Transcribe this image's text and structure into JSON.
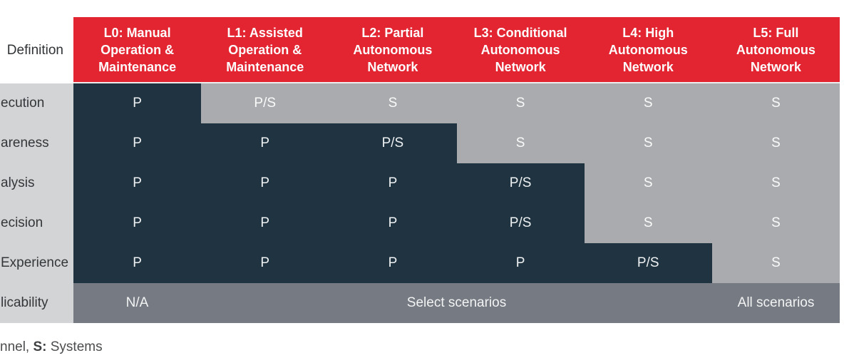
{
  "colors": {
    "header_red": "#e32431",
    "dark_cell": "#203341",
    "light_cell": "#a9abae",
    "applicability_gray": "#767a83",
    "label_column_gray": "#d3d4d5",
    "background": "#ffffff"
  },
  "header": {
    "definition_label": "Definition",
    "columns": [
      "L0: Manual Operation & Maintenance",
      "L1: Assisted Operation & Maintenance",
      "L2: Partial Autonomous Network",
      "L3: Conditional Autonomous Network",
      "L4: High Autonomous Network",
      "L5: Full Autonomous Network"
    ]
  },
  "rows": [
    {
      "label": "ecution",
      "cells": [
        "P",
        "P/S",
        "S",
        "S",
        "S",
        "S"
      ],
      "dark_columns": 1
    },
    {
      "label": "areness",
      "cells": [
        "P",
        "P",
        "P/S",
        "S",
        "S",
        "S"
      ],
      "dark_columns": 3
    },
    {
      "label": "alysis",
      "cells": [
        "P",
        "P",
        "P",
        "P/S",
        "S",
        "S"
      ],
      "dark_columns": 4
    },
    {
      "label": "ecision",
      "cells": [
        "P",
        "P",
        "P",
        "P/S",
        "S",
        "S"
      ],
      "dark_columns": 4
    },
    {
      "label": "Experience",
      "cells": [
        "P",
        "P",
        "P",
        "P",
        "P/S",
        "S"
      ],
      "dark_columns": 5
    }
  ],
  "applicability": {
    "label": "licability",
    "cells": [
      "N/A",
      "Select scenarios",
      "All scenarios"
    ]
  },
  "footnote": {
    "prefix": "nnel, ",
    "bold": "S:",
    "suffix": " Systems"
  },
  "chart_data": {
    "type": "table",
    "columns": [
      "Definition",
      "L0: Manual Operation & Maintenance",
      "L1: Assisted Operation & Maintenance",
      "L2: Partial Autonomous Network",
      "L3: Conditional Autonomous Network",
      "L4: High Autonomous Network",
      "L5: Full Autonomous Network"
    ],
    "rows": [
      [
        "ecution",
        "P",
        "P/S",
        "S",
        "S",
        "S",
        "S"
      ],
      [
        "areness",
        "P",
        "P",
        "P/S",
        "S",
        "S",
        "S"
      ],
      [
        "alysis",
        "P",
        "P",
        "P",
        "P/S",
        "S",
        "S"
      ],
      [
        "ecision",
        "P",
        "P",
        "P",
        "P/S",
        "S",
        "S"
      ],
      [
        "Experience",
        "P",
        "P",
        "P",
        "P",
        "P/S",
        "S"
      ],
      [
        "licability",
        "N/A",
        "Select scenarios",
        "Select scenarios",
        "Select scenarios",
        "Select scenarios",
        "All scenarios"
      ]
    ],
    "notes": "nnel, S: Systems",
    "legend_position": "none",
    "grid": false
  }
}
